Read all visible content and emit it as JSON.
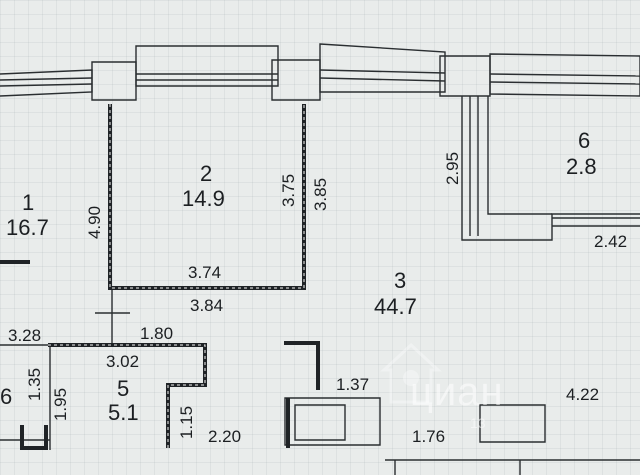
{
  "rooms": {
    "r1": {
      "num": "1",
      "area": "16.7"
    },
    "r2": {
      "num": "2",
      "area": "14.9"
    },
    "r3": {
      "num": "3",
      "area": "44.7"
    },
    "r5": {
      "num": "5",
      "area": "5.1"
    },
    "r6": {
      "num": "6",
      "area": "2.8"
    },
    "r6_partial": {
      "num": "6"
    }
  },
  "dimensions": {
    "d490": "4.90",
    "d375": "3.75",
    "d385": "3.85",
    "d374": "3.74",
    "d384": "3.84",
    "d295": "2.95",
    "d242": "2.42",
    "d328": "3.28",
    "d180": "1.80",
    "d302": "3.02",
    "d135": "1.35",
    "d195": "1.95",
    "d115": "1.15",
    "d220": "2.20",
    "d137": "1.37",
    "d176": "1.76",
    "d422": "4.22"
  },
  "watermark": {
    "brand": "циан",
    "sub": "13"
  },
  "colors": {
    "background": "#e9eceb",
    "wall": "#1f2326",
    "line": "#2a2e31"
  }
}
